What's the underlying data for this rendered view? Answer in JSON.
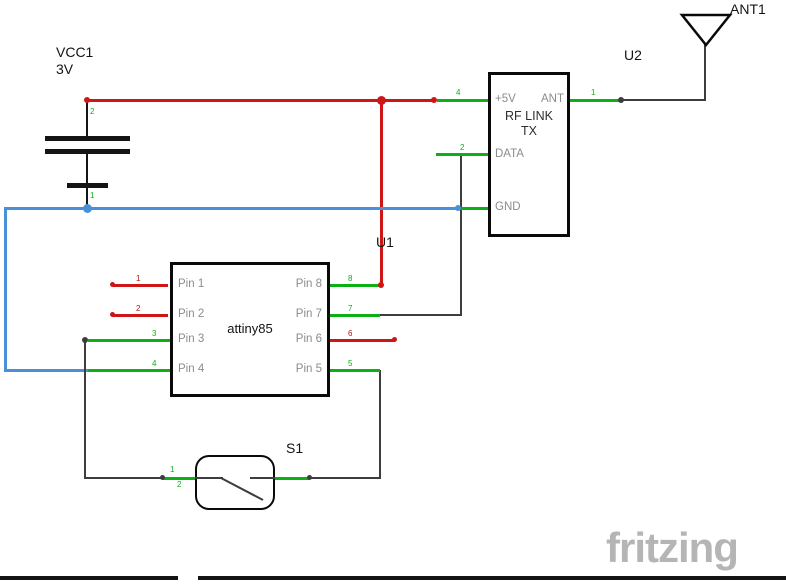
{
  "colors": {
    "wire_red": "#cf1616",
    "wire_blue": "#4a90d9",
    "wire_black": "#3d3d3d",
    "pin_green": "#0ab014",
    "pin_red": "#b41414",
    "label_gray": "#8c8c8c",
    "ink": "#141414",
    "watermark_gray": "#b5b5b5"
  },
  "battery": {
    "ref": "VCC1",
    "value": "3V",
    "pin_top_num": "2",
    "pin_bottom_num": "1"
  },
  "mcu": {
    "ref": "U1",
    "name": "attiny85",
    "left_pins": [
      {
        "label": "Pin 1",
        "num": "1"
      },
      {
        "label": "Pin 2",
        "num": "2"
      },
      {
        "label": "Pin 3",
        "num": "3"
      },
      {
        "label": "Pin 4",
        "num": "4"
      }
    ],
    "right_pins": [
      {
        "label": "Pin 8",
        "num": "8"
      },
      {
        "label": "Pin 7",
        "num": "7"
      },
      {
        "label": "Pin 6",
        "num": "6"
      },
      {
        "label": "Pin 5",
        "num": "5"
      }
    ]
  },
  "rf_module": {
    "ref": "U2",
    "title_line1": "RF LINK",
    "title_line2": "TX",
    "pin_5v": {
      "label": "+5V",
      "num": "4"
    },
    "pin_ant": {
      "label": "ANT",
      "num": "1"
    },
    "pin_data": {
      "label": "DATA",
      "num": "2"
    },
    "pin_gnd": {
      "label": "GND"
    }
  },
  "antenna": {
    "ref": "ANT1"
  },
  "switch": {
    "ref": "S1",
    "pin1_num": "1",
    "pin2_num": "2"
  },
  "watermark": "fritzing"
}
